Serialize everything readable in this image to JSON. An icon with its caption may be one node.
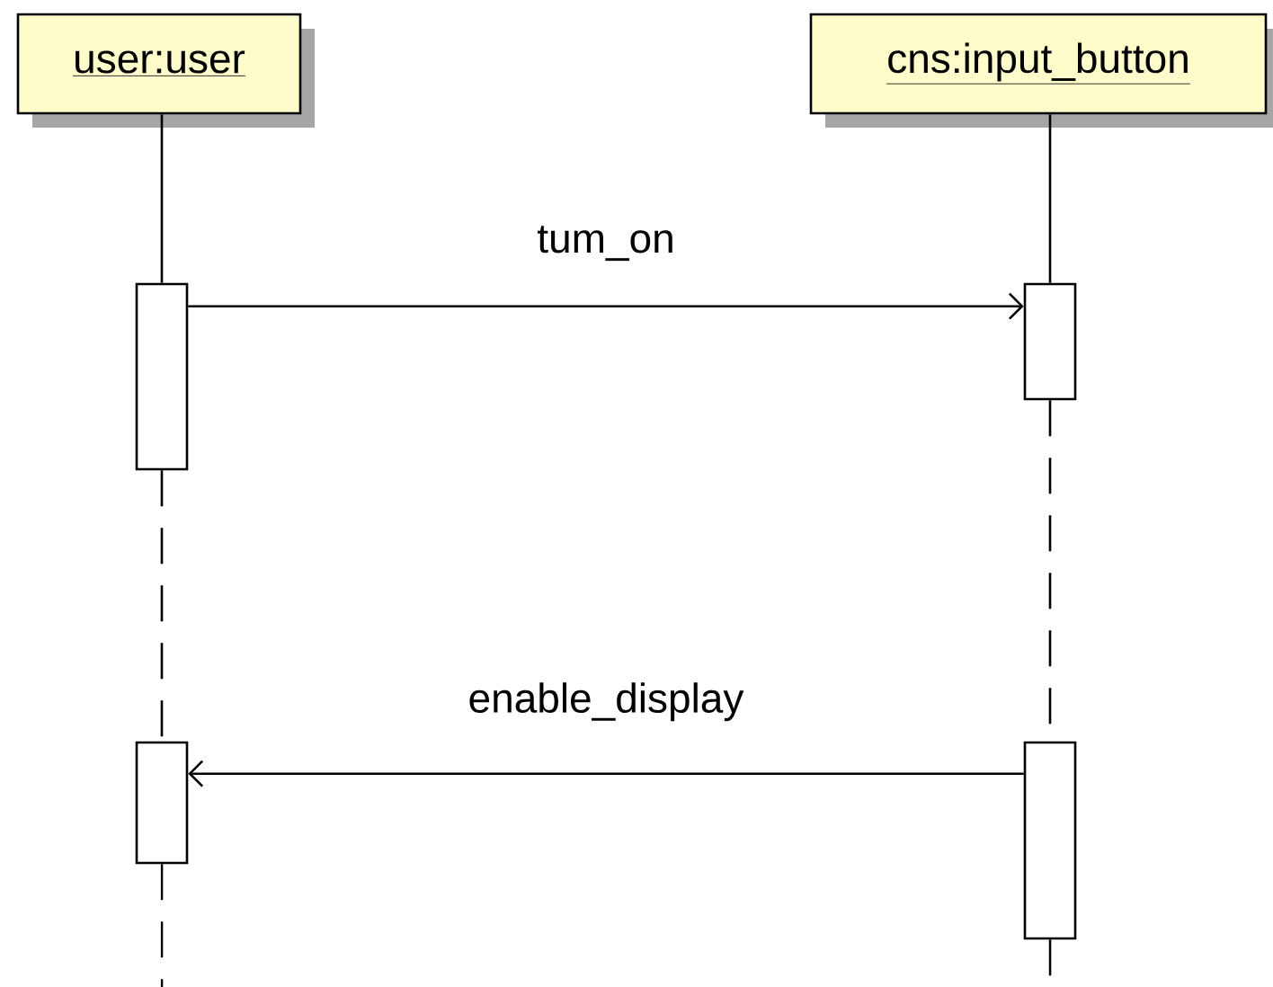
{
  "diagram": {
    "nodes": [
      {
        "text": [
          "user:user"
        ]
      },
      {
        "text": [
          "cns:input_button"
        ]
      },
      {
        "text": [],
        "shape": "bar"
      },
      {
        "text": [],
        "shape": "bar"
      },
      {
        "text": [],
        "shape": "bar"
      },
      {
        "text": [],
        "shape": "bar"
      }
    ],
    "edges": [
      {
        "from": 0,
        "to": 2,
        "arrow": "none"
      },
      {
        "from": 1,
        "to": 3,
        "arrow": "none"
      },
      {
        "from": 2,
        "to": 3,
        "arrow": "to",
        "label": "tum_on"
      },
      {
        "from": 2,
        "to": 4,
        "arrow": "none",
        "style": "dashed"
      },
      {
        "from": 3,
        "to": 5,
        "arrow": "none",
        "style": "dashed"
      },
      {
        "from": 5,
        "to": 4,
        "arrow": "to",
        "label": "enable_display"
      },
      {
        "from": 4,
        "to": null,
        "arrow": "none",
        "style": "dashed"
      },
      {
        "from": 5,
        "to": null,
        "arrow": "none",
        "style": "dashed"
      }
    ]
  }
}
